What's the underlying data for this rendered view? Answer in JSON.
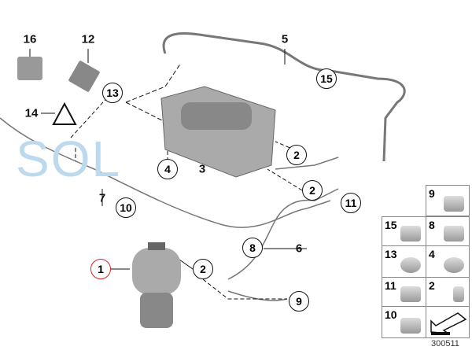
{
  "callouts": {
    "c16": "16",
    "c12": "12",
    "c13": "13",
    "c14": "14",
    "c5": "5",
    "c15": "15",
    "c4": "4",
    "c3": "3",
    "c2a": "2",
    "c2b": "2",
    "c11": "11",
    "c7": "7",
    "c10": "10",
    "c8": "8",
    "c6": "6",
    "c1": "1",
    "c2c": "2",
    "c9": "9"
  },
  "grid": {
    "r1": "9",
    "r2l": "15",
    "r2r": "8",
    "r3l": "13",
    "r3r": "4",
    "r4l": "11",
    "r4r": "2",
    "r5l": "10"
  },
  "watermark": "SOL",
  "diagram_code": "300511",
  "colors": {
    "highlight": "#dd2222",
    "watermark": "#bcd9ee"
  }
}
